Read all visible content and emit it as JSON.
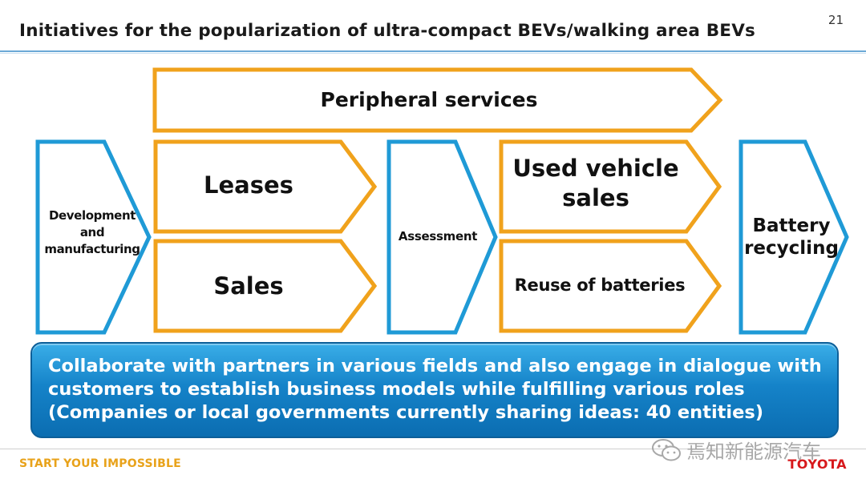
{
  "page": {
    "title": "Initiatives for the popularization of ultra-compact BEVs/walking area BEVs",
    "page_number": "21"
  },
  "diagram": {
    "peripheral": "Peripheral services",
    "development_line1": "Development",
    "development_line2": "and",
    "development_line3": "manufacturing",
    "leases": "Leases",
    "sales": "Sales",
    "assessment": "Assessment",
    "used_vehicle_line1": "Used vehicle",
    "used_vehicle_line2": "sales",
    "reuse_batteries": "Reuse of batteries",
    "battery_line1": "Battery",
    "battery_line2": "recycling"
  },
  "collaboration": {
    "line1": "Collaborate with partners in various fields and also engage in dialogue with",
    "line2": "customers to establish business models while fulfilling various roles",
    "line3": "(Companies or local governments currently sharing ideas: 40 entities)"
  },
  "footer": {
    "tagline": "START YOUR IMPOSSIBLE",
    "brand": "TOYOTA",
    "watermark": "焉知新能源汽车"
  },
  "colors": {
    "orange_border": "#f0a21c",
    "blue_border": "#1f9ad6",
    "box_fill": "#ffffff",
    "collab_fill": "#1583c9",
    "tagline": "#e8a21a",
    "brand": "#d7191c"
  }
}
